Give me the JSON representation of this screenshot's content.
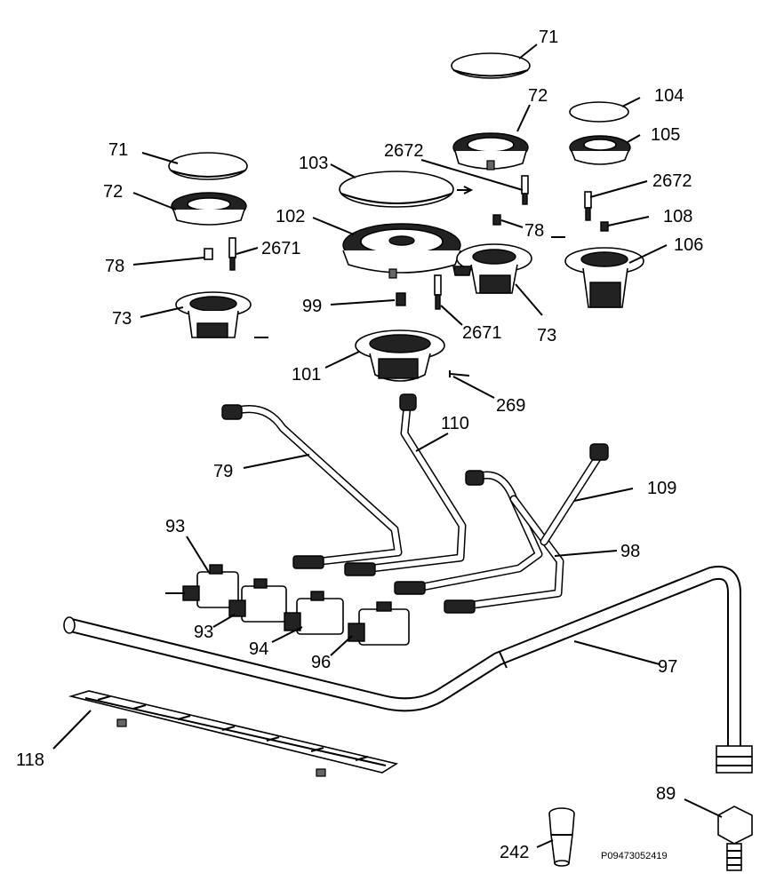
{
  "figure": {
    "reference_code": "P09473052419"
  },
  "parts": [
    {
      "id": "cap-71-top",
      "label": "71"
    },
    {
      "id": "burner-72-top",
      "label": "72"
    },
    {
      "id": "cap-104",
      "label": "104"
    },
    {
      "id": "burner-105",
      "label": "105"
    },
    {
      "id": "cap-71-left",
      "label": "71"
    },
    {
      "id": "electrode-2672-left",
      "label": "2672"
    },
    {
      "id": "cap-103",
      "label": "103"
    },
    {
      "id": "burner-72-left",
      "label": "72"
    },
    {
      "id": "electrode-2672-right",
      "label": "2672"
    },
    {
      "id": "screw-108",
      "label": "108"
    },
    {
      "id": "screw-78-right",
      "label": "78"
    },
    {
      "id": "burner-102",
      "label": "102"
    },
    {
      "id": "cup-106",
      "label": "106"
    },
    {
      "id": "screw-78-left",
      "label": "78"
    },
    {
      "id": "electrode-2671-left",
      "label": "2671"
    },
    {
      "id": "injector-99",
      "label": "99"
    },
    {
      "id": "cup-73-left",
      "label": "73"
    },
    {
      "id": "electrode-2671-mid",
      "label": "2671"
    },
    {
      "id": "cup-73-right",
      "label": "73"
    },
    {
      "id": "cup-101",
      "label": "101"
    },
    {
      "id": "screw-269",
      "label": "269"
    },
    {
      "id": "pipe-110",
      "label": "110"
    },
    {
      "id": "pipe-79",
      "label": "79"
    },
    {
      "id": "pipe-109",
      "label": "109"
    },
    {
      "id": "tap-93-top",
      "label": "93"
    },
    {
      "id": "pipe-98",
      "label": "98"
    },
    {
      "id": "tap-93-bottom",
      "label": "93"
    },
    {
      "id": "tap-94",
      "label": "94"
    },
    {
      "id": "tap-96",
      "label": "96"
    },
    {
      "id": "manifold-97",
      "label": "97"
    },
    {
      "id": "bracket-118",
      "label": "118"
    },
    {
      "id": "connector-89",
      "label": "89"
    },
    {
      "id": "connector-242",
      "label": "242"
    }
  ]
}
